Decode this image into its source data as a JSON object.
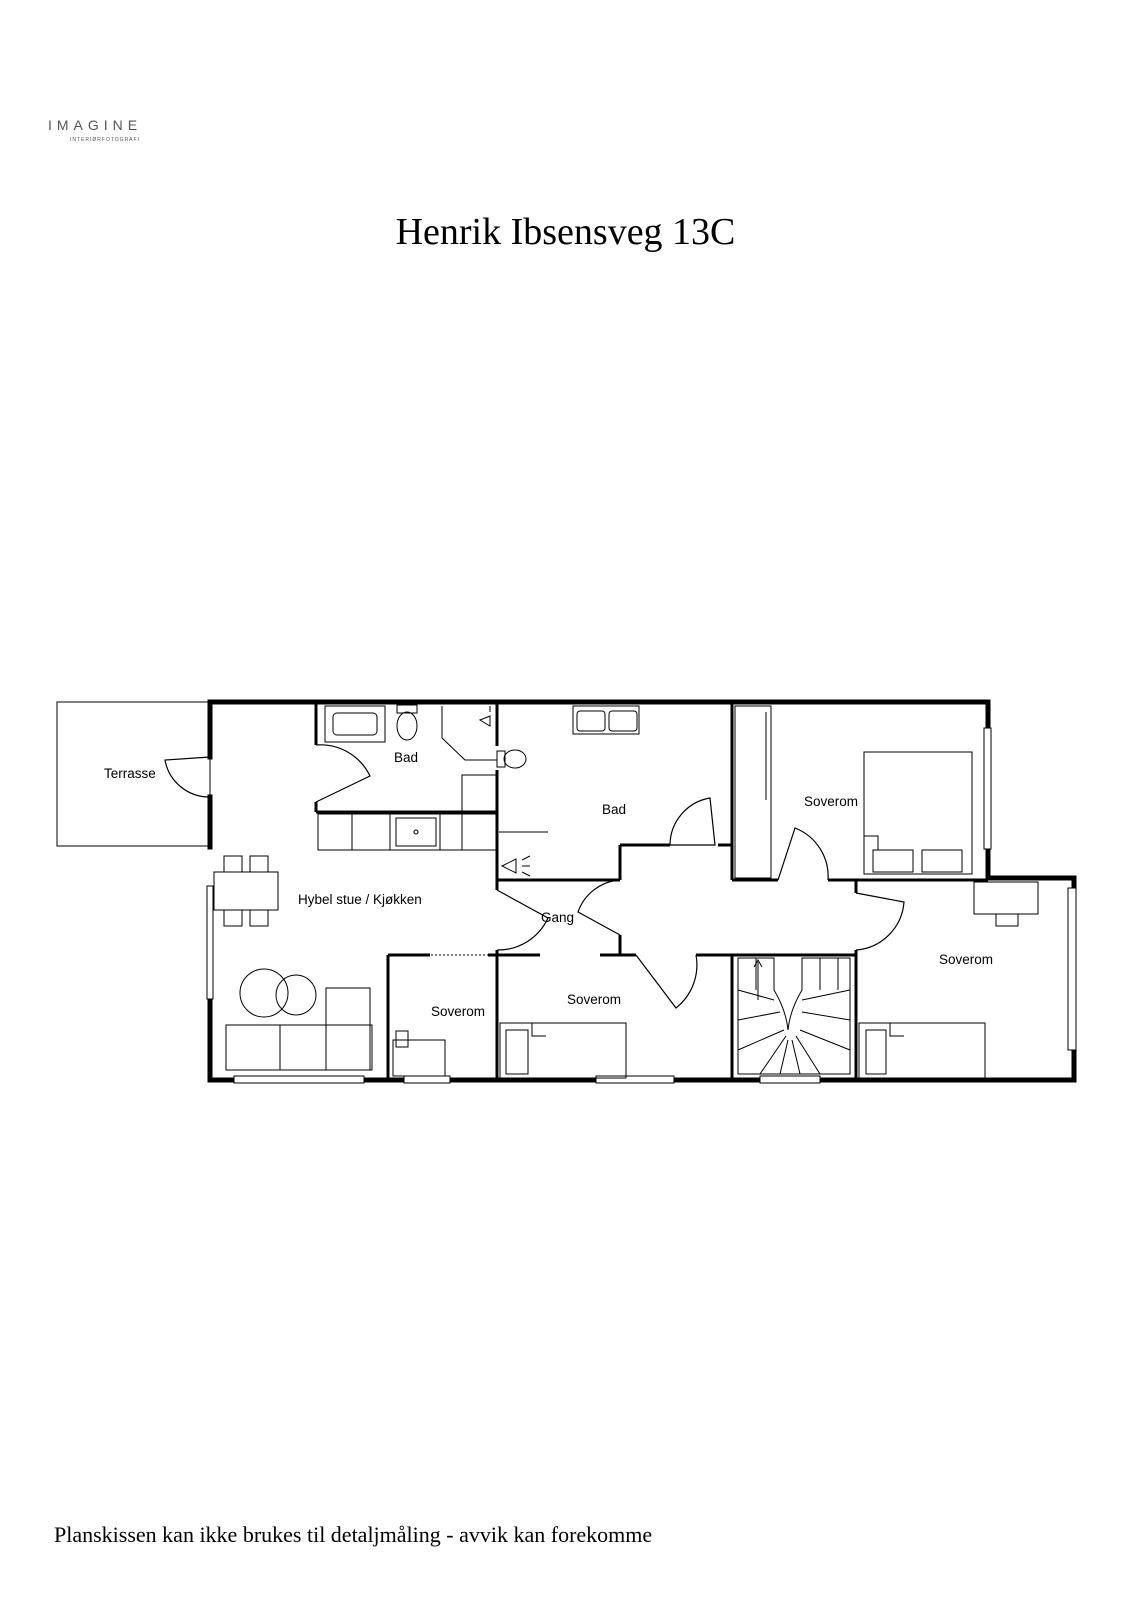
{
  "logo": {
    "word": "IMAGINE",
    "subtitle": "INTERIØRFOTOGRAFI"
  },
  "title": "Henrik Ibsensveg 13C",
  "rooms": {
    "terrasse": "Terrasse",
    "bad1": "Bad",
    "bad2": "Bad",
    "soverom_ne": "Soverom",
    "hybel": "Hybel stue / Kjøkken",
    "gang": "Gang",
    "soverom_e": "Soverom",
    "soverom_small": "Soverom",
    "soverom_mid": "Soverom"
  },
  "disclaimer": "Planskissen kan ikke brukes til detaljmåling - avvik kan forekomme"
}
